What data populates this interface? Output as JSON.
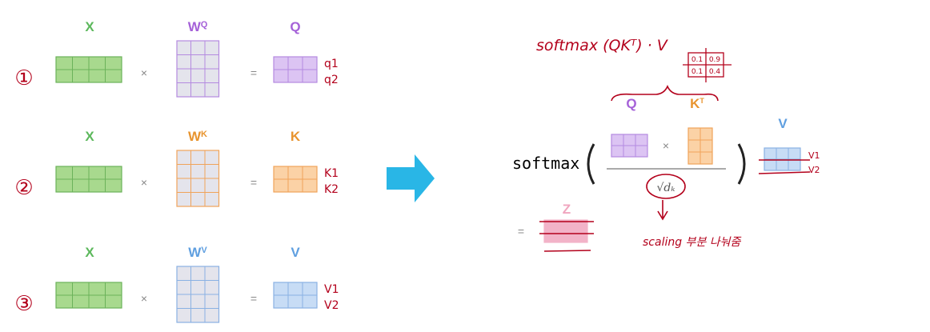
{
  "colors": {
    "green_fill": "#a8d98e",
    "green_line": "#6bb25a",
    "purple_fill": "#dcc4f3",
    "purple_line": "#b48ae0",
    "orange_fill": "#fbd2a6",
    "orange_line": "#f0a35a",
    "blue_fill": "#c7dcf5",
    "blue_line": "#8ab1e3",
    "grey_fill": "#e4e4ec",
    "pink_fill": "#f2b3c8",
    "x_label": "#5cb85c",
    "q_label": "#a561d8",
    "k_label": "#e8942f",
    "v_label": "#5f9fe0",
    "z_label": "#f0a6bf",
    "arrow": "#29b6e6",
    "ink": "#b3001b"
  },
  "rows": [
    {
      "step_label": "①",
      "x_label": "X",
      "w_label": "W",
      "w_sup": "Q",
      "multiply": "×",
      "equals": "=",
      "out_label": "Q",
      "vectors": [
        "q1",
        "q2"
      ],
      "color_key": "purple"
    },
    {
      "step_label": "②",
      "x_label": "X",
      "w_label": "W",
      "w_sup": "K",
      "multiply": "×",
      "equals": "=",
      "out_label": "K",
      "vectors": [
        "K1",
        "K2"
      ],
      "color_key": "orange"
    },
    {
      "step_label": "③",
      "x_label": "X",
      "w_label": "W",
      "w_sup": "V",
      "multiply": "×",
      "equals": "=",
      "out_label": "V",
      "vectors": [
        "V1",
        "V2"
      ],
      "color_key": "blue"
    }
  ],
  "formula": {
    "softmax_word": "softmax",
    "q_label": "Q",
    "kt_label": "K",
    "kt_sup": "T",
    "v_label": "V",
    "multiply": "×",
    "sqrt_dk": "√dₖ",
    "equals": "=",
    "z_label": "Z"
  },
  "annotations": {
    "handwritten_formula": "softmax (QKᵀ) · V",
    "score_matrix": [
      [
        "0.1",
        "0.9"
      ],
      [
        "0.1",
        "0.4"
      ]
    ],
    "v_rows": [
      "V1",
      "V2"
    ],
    "scaling_note": "scaling 부분 나눠줌"
  }
}
